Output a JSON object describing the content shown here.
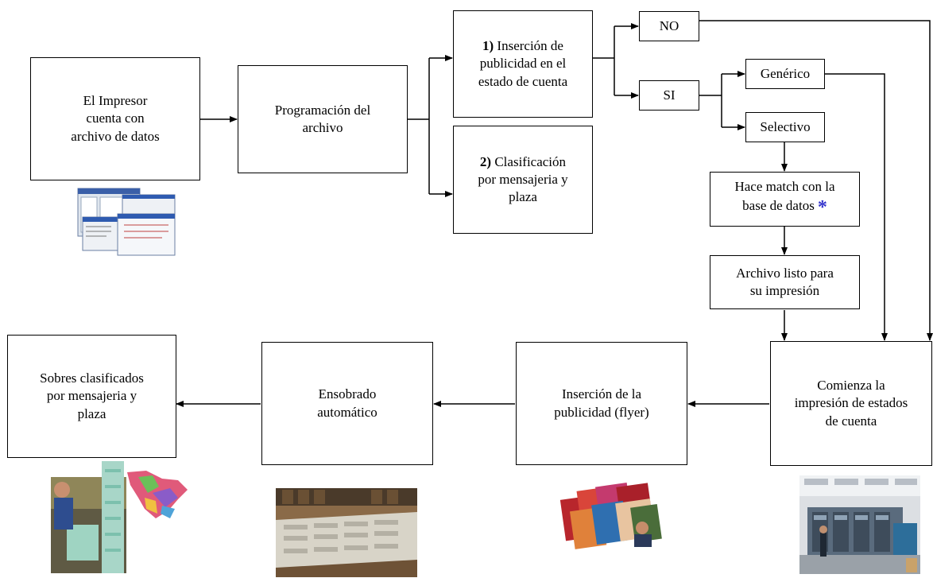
{
  "nodes": {
    "impresor": "El Impresor\ncuenta con\narchivo de datos",
    "programacion": "Programación del\narchivo",
    "insercion_publicidad": {
      "num": "1)",
      "text": " Inserción de\npublicidad en el\nestado de cuenta"
    },
    "clasificacion": {
      "num": "2)",
      "text": " Clasificación\npor mensajeria y\nplaza"
    },
    "no": "NO",
    "si": "SI",
    "generico": "Genérico",
    "selectivo": "Selectivo",
    "match": "Hace match con la\nbase de datos",
    "match_mark": "*",
    "archivo_listo": "Archivo listo para\nsu impresión",
    "comienza": "Comienza la\nimpresión de estados\nde cuenta",
    "insercion_flyer": "Inserción de la\npublicidad (flyer)",
    "ensobrado": "Ensobrado\nautomático",
    "sobres": "Sobres clasificados\npor mensajeria y\nplaza"
  }
}
